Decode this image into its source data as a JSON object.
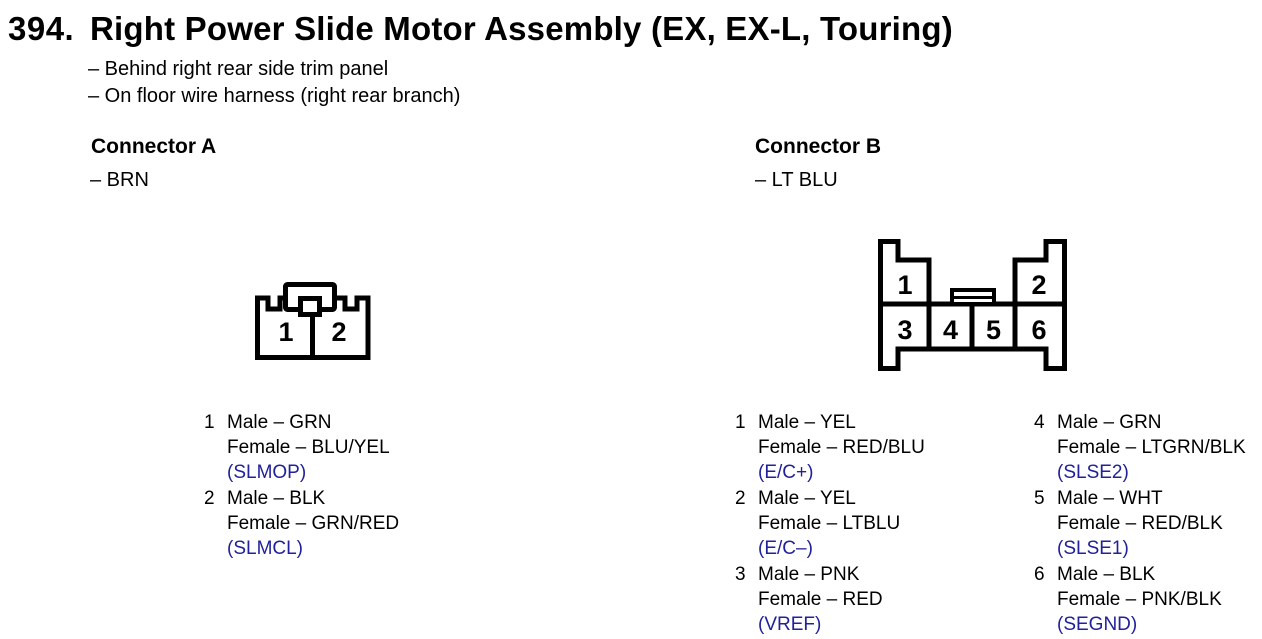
{
  "page": {
    "item_number": "394.",
    "title": "Right Power Slide Motor Assembly (EX, EX-L, Touring)",
    "location_notes": [
      "– Behind right rear side trim panel",
      "– On floor wire harness (right rear branch)"
    ]
  },
  "colors": {
    "ink": "#000000",
    "background": "#ffffff",
    "signal_blue": "#21219b"
  },
  "connector_a": {
    "heading": "Connector A",
    "housing_color_note": "– BRN",
    "diagram": {
      "cavity_labels": [
        "1",
        "2"
      ]
    },
    "pins": [
      {
        "number": "1",
        "male": "Male – GRN",
        "female": "Female – BLU/YEL",
        "signal": "(SLMOP)"
      },
      {
        "number": "2",
        "male": "Male – BLK",
        "female": "Female – GRN/RED",
        "signal": "(SLMCL)"
      }
    ]
  },
  "connector_b": {
    "heading": "Connector B",
    "housing_color_note": "– LT BLU",
    "diagram": {
      "cavity_labels": [
        "1",
        "2",
        "3",
        "4",
        "5",
        "6"
      ]
    },
    "pins": [
      {
        "number": "1",
        "male": "Male – YEL",
        "female": "Female – RED/BLU",
        "signal": "(E/C+)"
      },
      {
        "number": "2",
        "male": "Male – YEL",
        "female": "Female – LTBLU",
        "signal": "(E/C–)"
      },
      {
        "number": "3",
        "male": "Male – PNK",
        "female": "Female – RED",
        "signal": "(VREF)"
      },
      {
        "number": "4",
        "male": "Male – GRN",
        "female": "Female – LTGRN/BLK",
        "signal": "(SLSE2)"
      },
      {
        "number": "5",
        "male": "Male – WHT",
        "female": "Female – RED/BLK",
        "signal": "(SLSE1)"
      },
      {
        "number": "6",
        "male": "Male – BLK",
        "female": "Female – PNK/BLK",
        "signal": "(SEGND)"
      }
    ]
  }
}
